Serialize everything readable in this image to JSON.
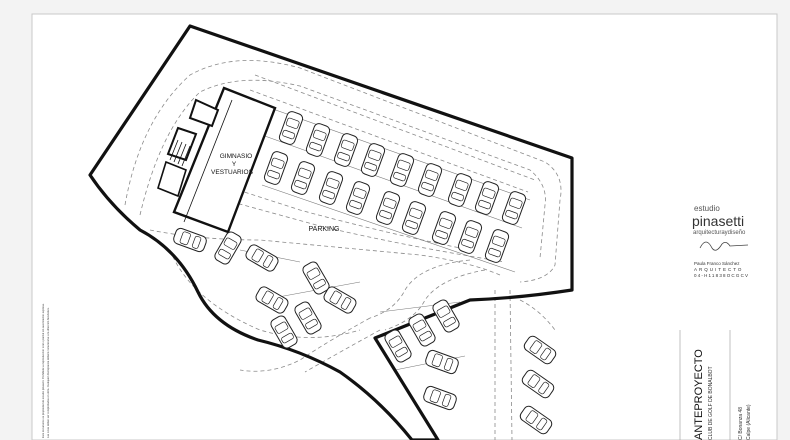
{
  "plan": {
    "building_label_line1": "GIMNASIO",
    "building_label_line2": "Y",
    "building_label_line3": "VESTUARIOS",
    "parking_label": "PARKING"
  },
  "title_block": {
    "studio_prefix": "estudio",
    "studio_name": "pinasetti",
    "studio_tagline": "arquitecturaydiseño",
    "architect_name": "Paula Franco Sánchez",
    "architect_title": "ARQUITECTO",
    "architect_id": "04-H11838OCGCV",
    "project_title": "ANTEPROYECTO",
    "project_subtitle": "CLUB DE GOLF DE BONALBOT",
    "address_line1": "C/ Bonanza 48",
    "address_line2": "Calpe (Alicante)"
  },
  "left_margin_notes": [
    "Este documento es propiedad de estudio pinasetti. Prohibida su reproducción total o parcial sin autorización expresa.",
    "Las cotas deben ser comprobadas en obra. Cualquier discrepancia deberá comunicarse a la dirección facultativa."
  ],
  "colors": {
    "paper": "#ffffff",
    "background": "#f3f3f3",
    "line": "#111111",
    "dashed": "#8a8a8a"
  }
}
